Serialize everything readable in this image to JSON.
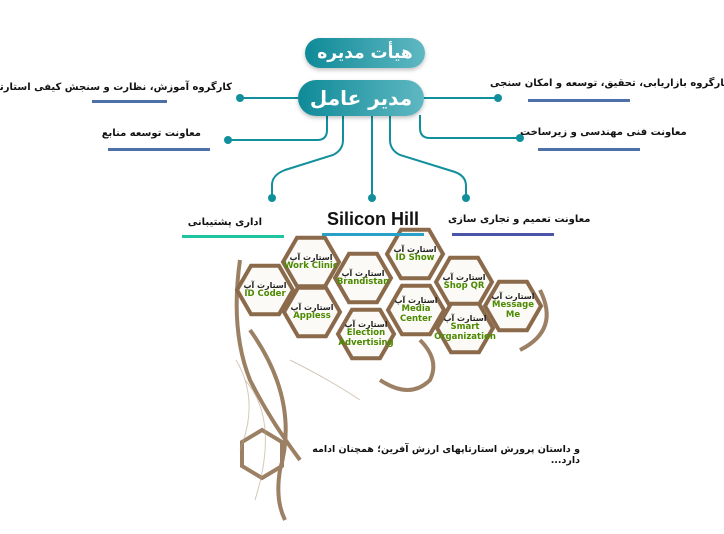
{
  "board": "هیأت مدیره",
  "ceo": "مدیر عامل",
  "left_top": "کارگروه آموزش، نظارت و سنجش کیفی استارتاپ ها",
  "left_mid": "معاونت توسعه منابع",
  "right_top": "کارگروه بازاریابی، تحقیق، توسعه و امکان سنجی",
  "right_mid": "معاونت فنی مهندسی و زیرساخت",
  "bottom_left": "اداری پشتیبانی",
  "bottom_center": "Silicon Hill",
  "bottom_right": "معاونت تعمیم و تجاری سازی",
  "startup_prefix": "استارت آپ",
  "startups": [
    "Work Clinic",
    "ID Coder",
    "Brandistan",
    "ID Show",
    "Appless",
    "Election Advertising",
    "Media Center",
    "Shop QR",
    "Smart Organization",
    "Message Me"
  ],
  "footer": "و داستان پرورش استارتاپهای ارزش آفرین؛ همچنان ادامه دارد...",
  "colors": {
    "teal": "#0f8a98",
    "blue_bar": "#4f6fa8",
    "green_bar": "#1fc4a0",
    "cyan_bar": "#2aa0c8",
    "indigo_bar": "#4a55a8",
    "hex_brown": "#8a6a4a"
  }
}
